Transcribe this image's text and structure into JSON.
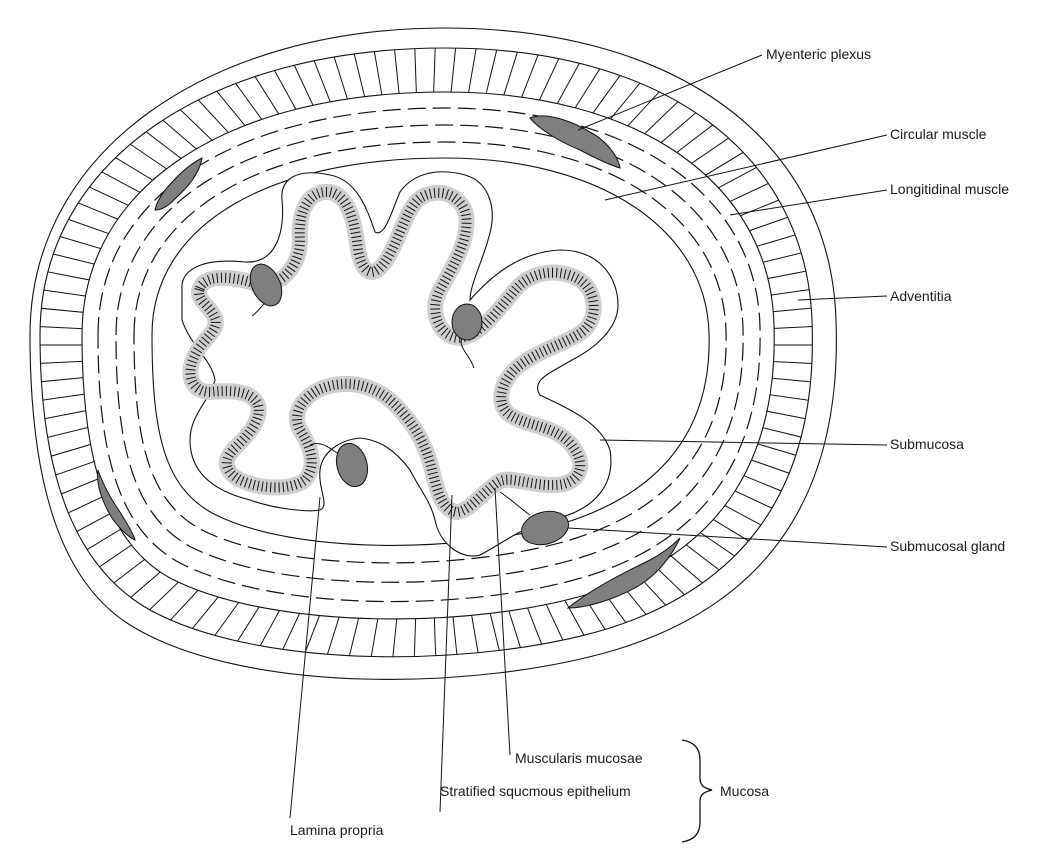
{
  "labels": {
    "myenteric_plexus": "Myenteric plexus",
    "circular_muscle": "Circular muscle",
    "longitudinal_muscle": "Longitidinal muscle",
    "adventitia": "Adventitia",
    "submucosa": "Submucosa",
    "submucosal_gland": "Submucosal gland",
    "muscularis_mucosae": "Muscularis mucosae",
    "stratified_epithelium": "Stratified squcmous epithelium",
    "lamina_propria": "Lamina propria",
    "mucosa": "Mucosa"
  },
  "colors": {
    "line": "#111111",
    "gland_fill": "#7f7f7f",
    "epithelium_band": "#cfcfcf",
    "background": "#ffffff"
  }
}
